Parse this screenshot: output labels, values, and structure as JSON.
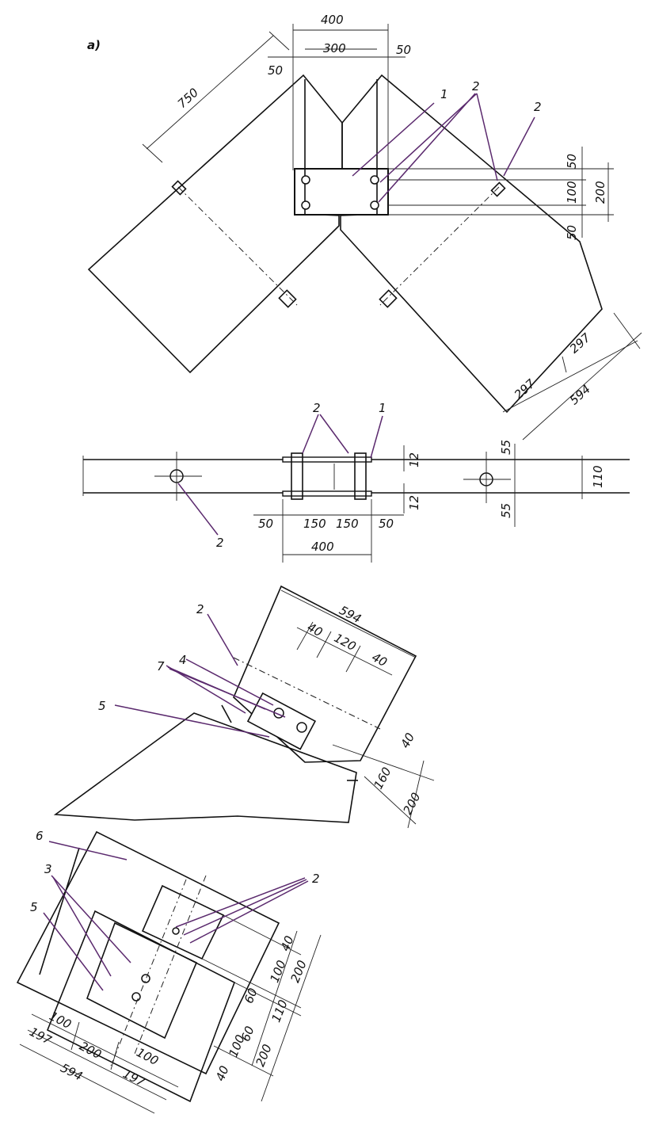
{
  "figure": {
    "panel_label": "а)",
    "view1": {
      "dims": {
        "d400": "400",
        "d300": "300",
        "d50_top_right": "50",
        "d50_top_left": "50",
        "d750": "750",
        "d50_right_top": "50",
        "d100_right": "100",
        "d200_right": "200",
        "d50_right_bottom": "50",
        "d297_a": "297",
        "d297_b": "297",
        "d594": "594"
      },
      "callouts": {
        "c1": "1",
        "c2a": "2",
        "c2b": "2"
      }
    },
    "view2": {
      "dims": {
        "d12_top": "12",
        "d12_bottom": "12",
        "d55_top": "55",
        "d55_bottom": "55",
        "d110": "110",
        "d50_left": "50",
        "d150_a": "150",
        "d150_b": "150",
        "d50_right": "50",
        "d400": "400"
      },
      "callouts": {
        "c2_top": "2",
        "c1": "1",
        "c2_bottom": "2"
      }
    },
    "view3": {
      "dims": {
        "d594": "594",
        "d40_a": "40",
        "d120": "120",
        "d40_b": "40",
        "d40_right": "40",
        "d160": "160",
        "d200": "200"
      },
      "callouts": {
        "c2": "2",
        "c7": "7",
        "c4": "4",
        "c5": "5"
      }
    },
    "view4": {
      "dims": {
        "d40_top": "40",
        "d100_a": "100",
        "d200_a": "200",
        "d60": "60",
        "d110": "110",
        "d100_b": "100",
        "d60_b": "60",
        "d200_b": "200",
        "d40_bottom": "40",
        "d100_left": "100",
        "d197_left": "197",
        "d200_mid": "200",
        "d100_mid": "100",
        "d197_right": "197",
        "d594": "594"
      },
      "callouts": {
        "c6": "6",
        "c3": "3",
        "c5": "5",
        "c2": "2"
      }
    }
  }
}
